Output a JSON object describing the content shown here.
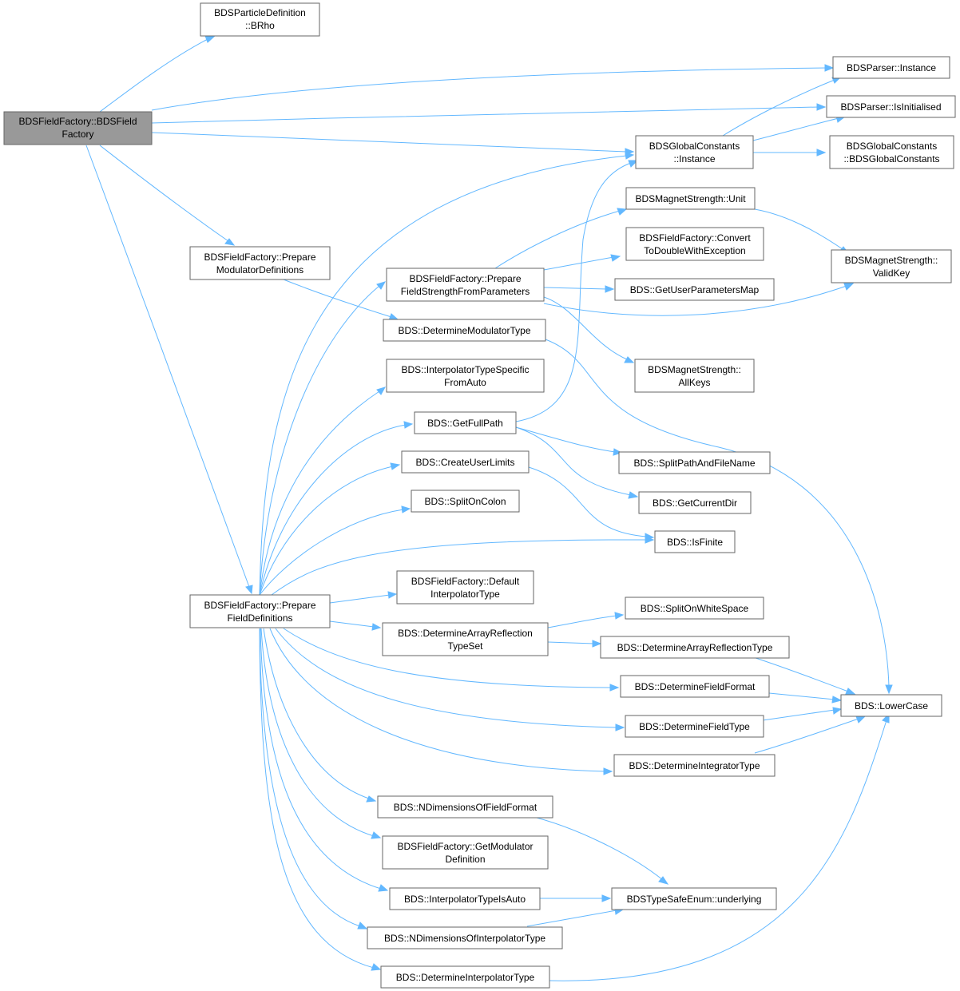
{
  "colors": {
    "edge": "#63b8ff",
    "node_border": "#666666",
    "root_fill": "#999999",
    "node_fill": "#ffffff"
  },
  "nodes": [
    {
      "id": "n0",
      "lines": [
        "BDSFieldFactory::BDSField",
        "Factory"
      ],
      "root": true
    },
    {
      "id": "n1",
      "lines": [
        "BDSParticleDefinition",
        "::BRho"
      ]
    },
    {
      "id": "n2",
      "lines": [
        "BDSParser::Instance"
      ]
    },
    {
      "id": "n3",
      "lines": [
        "BDSParser::IsInitialised"
      ]
    },
    {
      "id": "n4",
      "lines": [
        "BDSGlobalConstants",
        "::Instance"
      ]
    },
    {
      "id": "n5",
      "lines": [
        "BDSGlobalConstants",
        "::BDSGlobalConstants"
      ]
    },
    {
      "id": "n6",
      "lines": [
        "BDSFieldFactory::Prepare",
        "ModulatorDefinitions"
      ]
    },
    {
      "id": "n7",
      "lines": [
        "BDS::DetermineModulatorType"
      ]
    },
    {
      "id": "n8",
      "lines": [
        "BDS::LowerCase"
      ]
    },
    {
      "id": "n9",
      "lines": [
        "BDSFieldFactory::Prepare",
        "FieldDefinitions"
      ]
    },
    {
      "id": "n10",
      "lines": [
        "BDSFieldFactory::Prepare",
        "FieldStrengthFromParameters"
      ]
    },
    {
      "id": "n11",
      "lines": [
        "BDS::InterpolatorTypeSpecific",
        "FromAuto"
      ]
    },
    {
      "id": "n12",
      "lines": [
        "BDS::GetFullPath"
      ]
    },
    {
      "id": "n13",
      "lines": [
        "BDS::CreateUserLimits"
      ]
    },
    {
      "id": "n14",
      "lines": [
        "BDS::SplitOnColon"
      ]
    },
    {
      "id": "n15",
      "lines": [
        "BDS::IsFinite"
      ]
    },
    {
      "id": "n16",
      "lines": [
        "BDSFieldFactory::Default",
        "InterpolatorType"
      ]
    },
    {
      "id": "n17",
      "lines": [
        "BDS::DetermineArrayReflection",
        "TypeSet"
      ]
    },
    {
      "id": "n18",
      "lines": [
        "BDS::DetermineFieldFormat"
      ]
    },
    {
      "id": "n19",
      "lines": [
        "BDS::DetermineFieldType"
      ]
    },
    {
      "id": "n20",
      "lines": [
        "BDS::DetermineIntegratorType"
      ]
    },
    {
      "id": "n21",
      "lines": [
        "BDS::NDimensionsOfFieldFormat"
      ]
    },
    {
      "id": "n22",
      "lines": [
        "BDSFieldFactory::GetModulator",
        "Definition"
      ]
    },
    {
      "id": "n23",
      "lines": [
        "BDS::InterpolatorTypeIsAuto"
      ]
    },
    {
      "id": "n24",
      "lines": [
        "BDS::NDimensionsOfInterpolatorType"
      ]
    },
    {
      "id": "n25",
      "lines": [
        "BDS::DetermineInterpolatorType"
      ]
    },
    {
      "id": "n26",
      "lines": [
        "BDSMagnetStrength::Unit"
      ]
    },
    {
      "id": "n27",
      "lines": [
        "BDSFieldFactory::Convert",
        "ToDoubleWithException"
      ]
    },
    {
      "id": "n28",
      "lines": [
        "BDS::GetUserParametersMap"
      ]
    },
    {
      "id": "n29",
      "lines": [
        "BDSMagnetStrength::",
        "AllKeys"
      ]
    },
    {
      "id": "n30",
      "lines": [
        "BDSMagnetStrength::",
        "ValidKey"
      ]
    },
    {
      "id": "n31",
      "lines": [
        "BDS::SplitPathAndFileName"
      ]
    },
    {
      "id": "n32",
      "lines": [
        "BDS::GetCurrentDir"
      ]
    },
    {
      "id": "n33",
      "lines": [
        "BDS::SplitOnWhiteSpace"
      ]
    },
    {
      "id": "n34",
      "lines": [
        "BDS::DetermineArrayReflectionType"
      ]
    },
    {
      "id": "n35",
      "lines": [
        "BDSTypeSafeEnum::underlying"
      ]
    }
  ]
}
